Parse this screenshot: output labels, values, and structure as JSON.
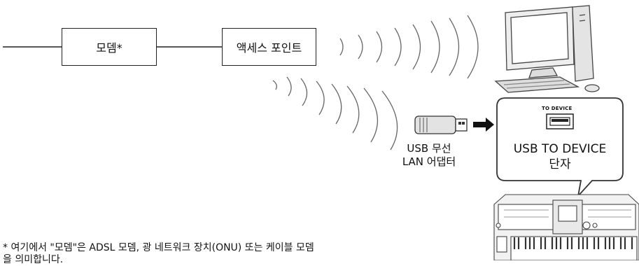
{
  "modem": {
    "label": "모뎀*"
  },
  "access_point": {
    "label": "액세스 포인트"
  },
  "adapter": {
    "line1": "USB 무선",
    "line2": "LAN 어댑터"
  },
  "callout": {
    "port_label": "TO DEVICE",
    "line1": "USB TO DEVICE",
    "line2": "단자"
  },
  "footnote": {
    "line1": "* 여기에서 \"모뎀\"은 ADSL 모뎀, 광 네트워크 장치(ONU) 또는 케이블 모뎀",
    "line2": "을 의미합니다."
  },
  "icons": [
    "wireless-signal-icon",
    "computer-icon",
    "usb-adapter-icon",
    "arrow-right-icon",
    "keyboard-instrument-icon"
  ]
}
